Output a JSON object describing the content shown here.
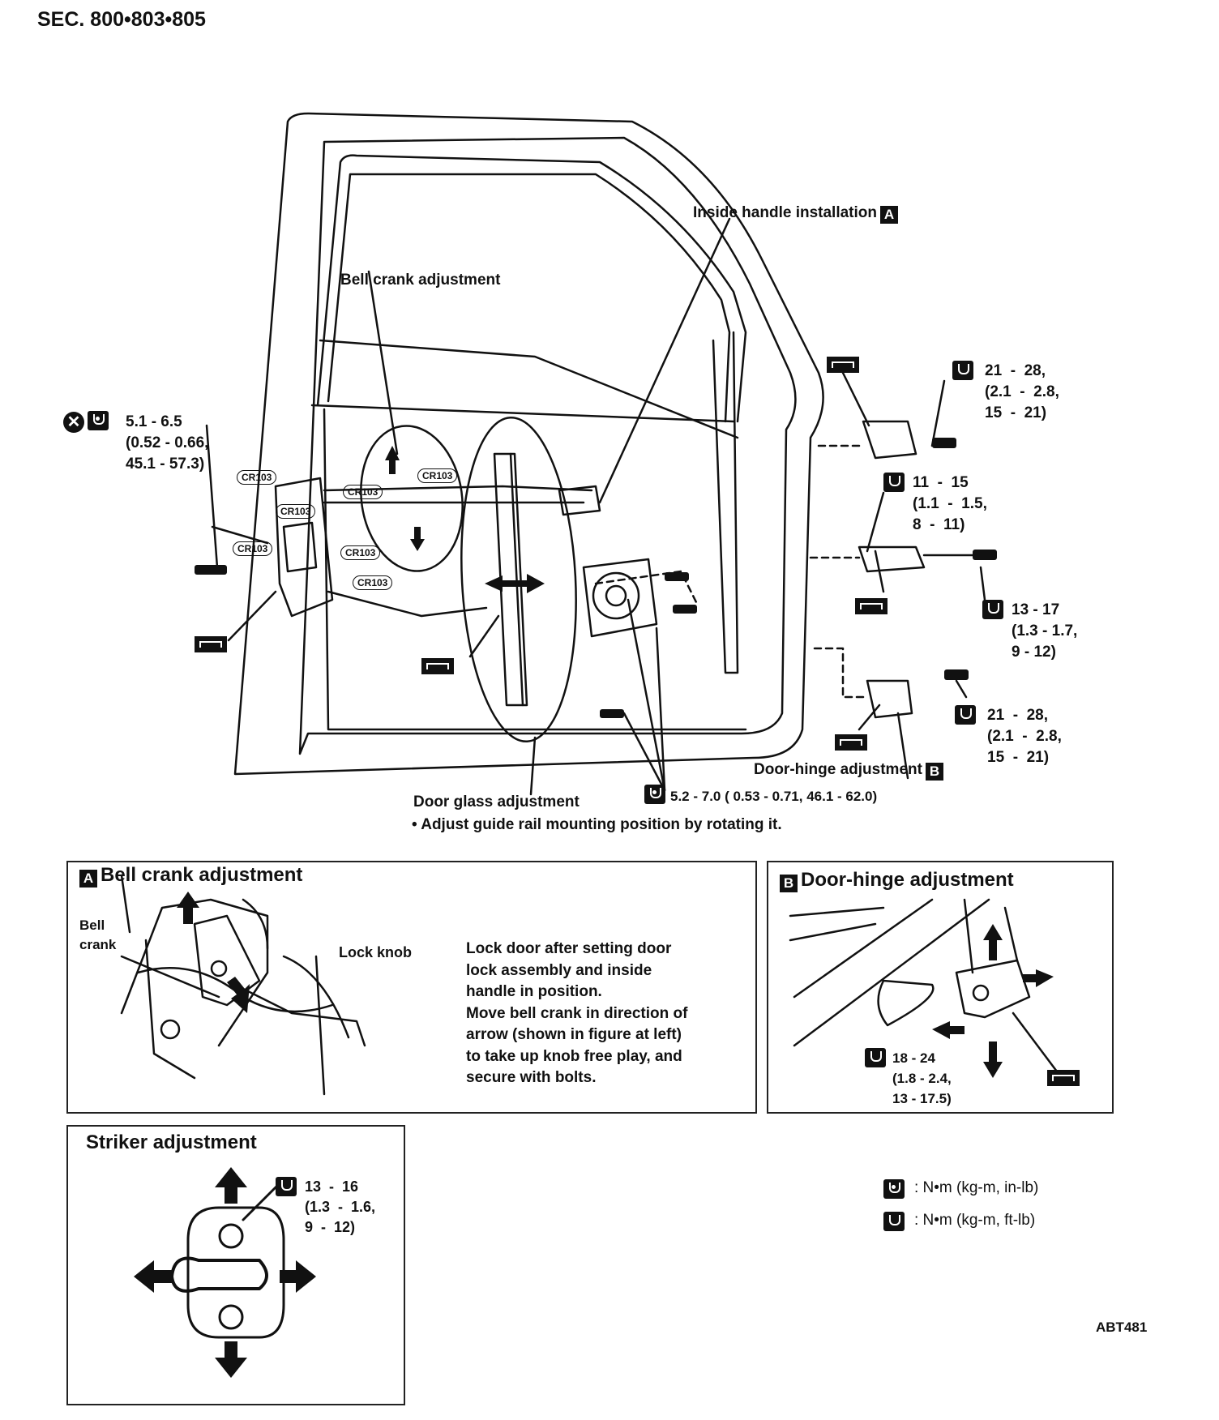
{
  "header": {
    "section": "SEC. 800•803•805"
  },
  "main_diagram": {
    "inside_handle_label": "Inside handle installation",
    "inside_handle_key": "A",
    "bell_crank_label": "Bell crank adjustment",
    "door_glass_label": "Door glass adjustment",
    "door_glass_note": "• Adjust guide rail mounting position by rotating it.",
    "door_hinge_label": "Door-hinge adjustment",
    "door_hinge_key": "B",
    "connector": "CR103",
    "torque_left": "5.1 - 6.5\n(0.52 - 0.66,\n45.1 - 57.3)",
    "torque_hinge_upper": "21  -  28,\n(2.1  -  2.8,\n15  -  21)",
    "torque_check_link_upper": "11  -  15\n(1.1  -  1.5,\n8  -  11)",
    "torque_check_link_lower": "13 - 17\n(1.3 - 1.7,\n9 - 12)",
    "torque_hinge_lower": "21  -  28,\n(2.1  -  2.8,\n15  -  21)",
    "torque_regulator": "5.2 - 7.0 ( 0.53 - 0.71, 46.1 - 62.0)"
  },
  "bell_crank_panel": {
    "key": "A",
    "title": "Bell crank adjustment",
    "bell_crank": "Bell\ncrank",
    "lock_knob": "Lock knob",
    "instructions": "Lock door after setting door\nlock assembly and inside\nhandle in position.\nMove bell crank in direction of\narrow (shown in figure at left)\nto take up knob free play, and\nsecure with bolts."
  },
  "door_hinge_panel": {
    "key": "B",
    "title": "Door-hinge adjustment",
    "torque": "18 - 24\n(1.8 - 2.4,\n13 - 17.5)"
  },
  "striker_panel": {
    "title": "Striker adjustment",
    "torque": "13  -  16\n(1.3  -  1.6,\n9  -  12)"
  },
  "legend": {
    "inlb": ":  N•m  (kg-m,  in-lb)",
    "ftlb": ":  N•m  (kg-m,  ft-lb)"
  },
  "figure_code": "ABT481"
}
